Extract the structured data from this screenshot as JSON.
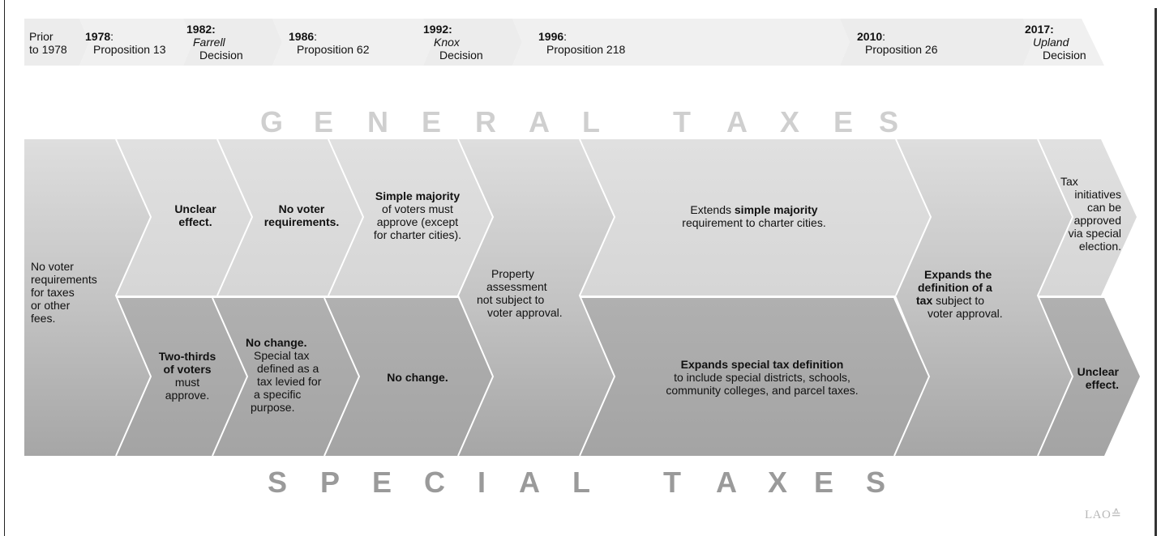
{
  "timeline": [
    {
      "year": "Prior",
      "label": "to 1978",
      "style": "plain"
    },
    {
      "year": "1978",
      "label": "Proposition 13",
      "style": "prop"
    },
    {
      "year": "1982:",
      "italic": "Farrell",
      "label": "Decision",
      "style": "case"
    },
    {
      "year": "1986",
      "label": "Proposition 62",
      "style": "prop"
    },
    {
      "year": "1992:",
      "italic": "Knox",
      "label": "Decision",
      "style": "case"
    },
    {
      "year": "1996",
      "label": "Proposition 218",
      "style": "prop"
    },
    {
      "year": "2010",
      "label": "Proposition 26",
      "style": "prop"
    },
    {
      "year": "2017:",
      "italic": "Upland",
      "label": "Decision",
      "style": "case"
    }
  ],
  "banners": {
    "general": "GENERAL TAXES",
    "special": "SPECIAL TAXES"
  },
  "cells": {
    "prior": [
      "No voter",
      "requirements",
      "for taxes",
      "or other",
      "fees."
    ],
    "g1978": [
      "Unclear",
      "effect."
    ],
    "s1978": [
      "Two-thirds",
      "of voters",
      "must",
      "approve."
    ],
    "g1982": [
      "No voter",
      "requirements."
    ],
    "s1982": [
      "No change.",
      "Special tax",
      "defined as a",
      "tax levied for",
      "a specific",
      "purpose."
    ],
    "g1986": [
      "Simple majority",
      "of voters must",
      "approve (except",
      "for charter cities)."
    ],
    "s1986": [
      "No change."
    ],
    "b1992": [
      "Property",
      "assessment",
      "not subject to",
      "voter approval."
    ],
    "g1996_bold": "simple majority",
    "g1996_pre": "Extends ",
    "g1996_post": "requirement to charter cities.",
    "s1996": [
      "Expands special tax definition",
      "to include special districts, schools,",
      "community colleges, and parcel taxes."
    ],
    "b2010_bold": [
      "Expands the",
      "definition of a",
      "tax"
    ],
    "b2010_rest": [
      " subject to",
      "voter approval."
    ],
    "g2017": [
      "Tax",
      "initiatives",
      "can be",
      "approved",
      "via special",
      "election."
    ],
    "s2017": [
      "Unclear",
      "effect."
    ]
  },
  "logo": "LAO",
  "colors": {
    "header_band": "#efefef",
    "general_fill": "#dcdcdc",
    "special_fill": "#a9a9a9",
    "banner_text": "#cfcfcf",
    "banner_special_text": "#999999",
    "separator": "#ffffff"
  }
}
